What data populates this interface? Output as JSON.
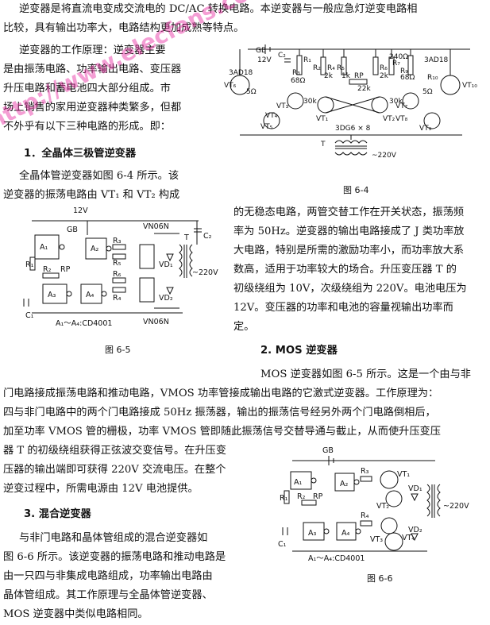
{
  "watermark": {
    "text": "http://www.elecfans.com",
    "color": "#e628a0"
  },
  "intro": [
    "逆变器是将直流电变成交流电的 DC/AC 转换电路。本逆变器与一般应急灯逆变电路相",
    "比较，具有输出功率大，电路结构更加成熟等特点。"
  ],
  "principle": [
    "逆变器的工作原理：逆变器主要",
    "是由振荡电路、功率输出电路、变压器",
    "升压电路和蓄电池四大部分组成。市",
    "场上销售的家用逆变器种类繁多，但都",
    "不外乎有以下三种电路的形成。即："
  ],
  "section1": {
    "title": "1．全晶体三极管逆变器",
    "lines": [
      "全晶体管逆变器如图 6-4 所示。该",
      "逆变器的振荡电路由 VT₁ 和 VT₂ 构成"
    ],
    "continued": [
      "的无稳态电路，两管交替工作在开关状态，振荡频",
      "率为 50Hz。逆变器的输出电路接成了 J 类功率放",
      "大电路，特别是所需的激励功率小，而功率放大系",
      "数高，适用于功率较大的场合。升压变压器 T 的",
      "初级绕组为 10V，次级绕组为 220V。电池电压为",
      "12V。变压器的功率和电池的容量视输出功率而",
      "定。"
    ]
  },
  "section2": {
    "title": "2. MOS 逆变器",
    "lines": [
      "MOS 逆变器如图 6-5 所示。这是一个由与非",
      "门电路接成振荡电路和推动电路，VMOS 功率管接成输出电路的它激式逆变器。工作原理为：",
      "四与非门电路中的两个门电路接成 50Hz 振荡器，输出的振荡信号经另外两个门电路倒相后，",
      "加至功率 VMOS 管的栅极，功率 VMOS 管即随此振荡信号交替导通与截止，从而使升压变压",
      "器 T 的初级绕组获得正弦波交变信号。在升压变",
      "压器的输出端即可获得 220V 交流电压。在整个",
      "逆变过程中，所需电源由 12V 电池提供。"
    ]
  },
  "section3": {
    "title": "3. 混合逆变器",
    "lines": [
      "与非门电路和晶体管组成的混合逆变器如",
      "图 6-6 所示。该逆变器的振荡电路和推动电路是",
      "由一只四与非集成电路组成，功率输出电路由",
      "晶体管组成。其工作原理与全晶体管逆变器、",
      "MOS 逆变器中类似电路相同。"
    ]
  },
  "fig4": {
    "caption": "图 6-4",
    "labels": {
      "gb": "GB",
      "v12": "12V",
      "c2": "C₂",
      "r1": "R₁",
      "r2": "R₂",
      "r3": "R₃",
      "r4": "R₄",
      "r5": "R₅",
      "r6": "R₆",
      "r7": "R₇",
      "r9": "R₉",
      "r10": "R₁₀",
      "r3v": "68Ω",
      "r2v": "2k",
      "r4v": "1k",
      "r6v": "2k",
      "r9v": "68Ω",
      "r10v": "5Ω",
      "r7v": "240Ω",
      "rp": "RP",
      "rpv": "22k",
      "k30a": "30k",
      "k30b": "30k",
      "ohm5": "5Ω",
      "vt1": "VT₁",
      "vt2": "VT₂",
      "vt3": "VT₃",
      "vt4": "VT₄",
      "vt5": "VT₅",
      "vt6": "VT₆",
      "vt7": "VT₇",
      "vt8": "VT₈",
      "vt9": "VT₉",
      "vt10": "VT₁₀",
      "ad18a": "3AD18",
      "ad18b": "3AD18",
      "dg6": "3DG6 × 8",
      "t": "T",
      "out": "~220V"
    }
  },
  "fig5": {
    "caption": "图 6-5",
    "labels": {
      "v12": "12V",
      "gb": "GB",
      "a1": "A₁",
      "a2": "A₂",
      "a3": "A₃",
      "a4": "A₄",
      "r1": "R₁",
      "r2": "R₂",
      "r3": "R₃",
      "r4": "R₄",
      "r5": "R₅",
      "r6": "R₆",
      "rp": "RP",
      "c1": "C₁",
      "c2": "C₂",
      "vn06a": "VN06N",
      "vn06b": "VN06N",
      "vd1": "VD₁",
      "vd2": "VD₂",
      "t": "T",
      "out": "~220V",
      "ic": "A₁～A₄:CD4001"
    }
  },
  "fig6": {
    "caption": "图 6-6",
    "labels": {
      "gb": "GB",
      "a1": "A₁",
      "a2": "A₂",
      "a3": "A₃",
      "a4": "A₄",
      "r1": "R₁",
      "r2": "R₂",
      "r3": "R₃",
      "r4": "R₄",
      "rp": "RP",
      "c1": "C₁",
      "vt1": "VT₁",
      "vt2": "VT₂",
      "vt3": "VT₃",
      "vt4": "VT₄",
      "vd1": "VD₁",
      "vd2": "VD₂",
      "out": "~220V",
      "ic": "A₁～A₄:CD4001"
    }
  }
}
